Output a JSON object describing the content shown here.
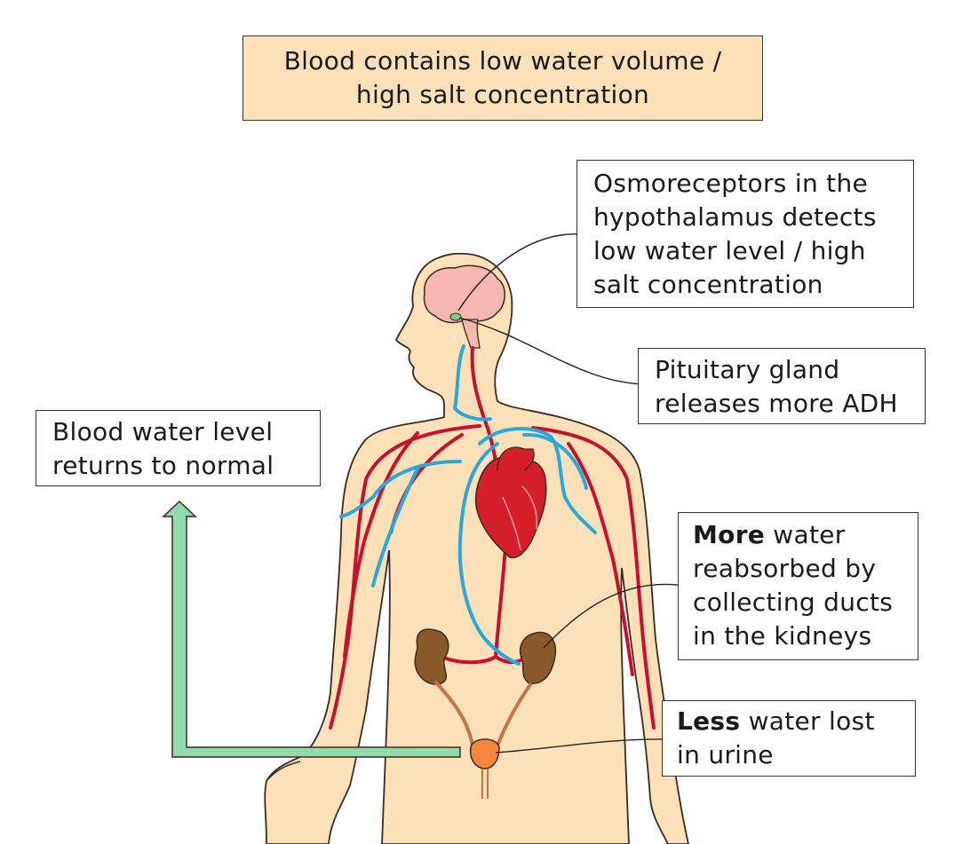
{
  "title": {
    "line1": "Blood contains low water volume /",
    "line2": "high salt concentration"
  },
  "labels": {
    "osmoreceptors": {
      "lines": [
        "Osmoreceptors in the",
        "hypothalamus detects",
        "low water level / high",
        "salt concentration"
      ]
    },
    "pituitary": {
      "lines": [
        "Pituitary gland",
        "releases more ADH"
      ]
    },
    "returns": {
      "lines": [
        "Blood water level",
        "returns to normal"
      ]
    },
    "reabsorbed": {
      "bold": "More",
      "line1_rest": " water",
      "lines": [
        "reabsorbed by",
        "collecting ducts",
        "in the kidneys"
      ]
    },
    "urine": {
      "bold": "Less",
      "line1_rest": " water lost",
      "line2": "in urine"
    }
  },
  "colors": {
    "skin": "#fce0b8",
    "skin_outline": "#3a2a20",
    "artery": "#c8102e",
    "vein": "#29a8dc",
    "brain": "#f5b8b0",
    "kidney": "#8a5a2b",
    "bladder": "#f7853a",
    "heart": "#d41f2b",
    "arrow": "#8fdcaa",
    "title_bg": "#fce0b8"
  }
}
